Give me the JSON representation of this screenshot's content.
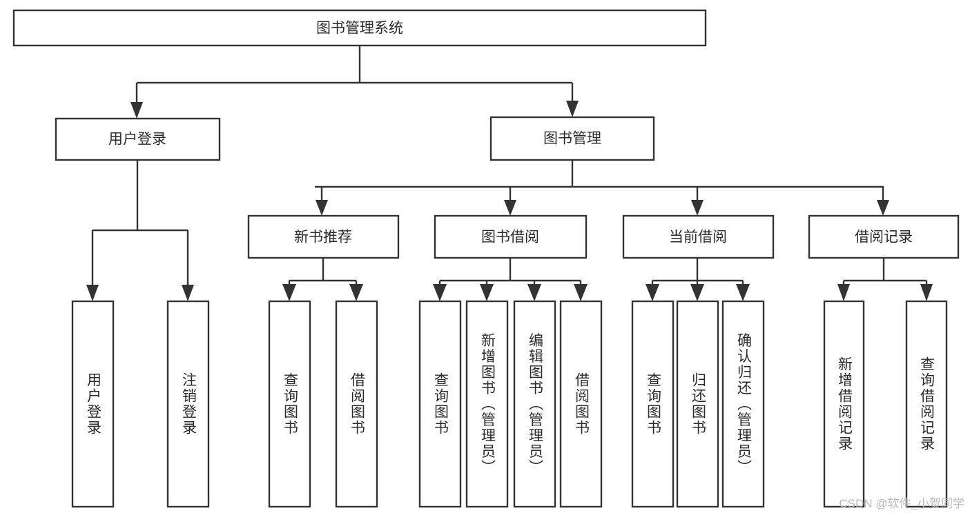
{
  "diagram": {
    "type": "tree-hierarchy-chart",
    "title": "图书管理系统",
    "style": {
      "background": "#ffffff",
      "box_fill": "#ffffff",
      "box_stroke": "#333333",
      "label_color": "#2b2b2b",
      "connector_color": "#333333",
      "watermark_color": "#b9b9b9"
    },
    "nodes": {
      "root": {
        "label": "图书管理系统",
        "level": 0,
        "orientation": "horizontal"
      },
      "user_login": {
        "label": "用户登录",
        "level": 1,
        "orientation": "horizontal"
      },
      "book_manage": {
        "label": "图书管理",
        "level": 1,
        "orientation": "horizontal"
      },
      "new_book_rec": {
        "label": "新书推荐",
        "level": 2,
        "orientation": "horizontal"
      },
      "book_borrow": {
        "label": "图书借阅",
        "level": 2,
        "orientation": "horizontal"
      },
      "current_borrow": {
        "label": "当前借阅",
        "level": 2,
        "orientation": "horizontal"
      },
      "borrow_record": {
        "label": "借阅记录",
        "level": 2,
        "orientation": "horizontal"
      },
      "leaf_user_login": {
        "label": "用户登录",
        "level": 2,
        "orientation": "vertical"
      },
      "leaf_logout": {
        "label": "注销登录",
        "level": 2,
        "orientation": "vertical"
      },
      "leaf_rec_query": {
        "label": "查询图书",
        "level": 3,
        "orientation": "vertical"
      },
      "leaf_rec_borrow": {
        "label": "借阅图书",
        "level": 3,
        "orientation": "vertical"
      },
      "leaf_bb_query": {
        "label": "查询图书",
        "level": 3,
        "orientation": "vertical"
      },
      "leaf_bb_add": {
        "label": "新增图书（管理员）",
        "level": 3,
        "orientation": "vertical"
      },
      "leaf_bb_edit": {
        "label": "编辑图书（管理员）",
        "level": 3,
        "orientation": "vertical"
      },
      "leaf_bb_borrow": {
        "label": "借阅图书",
        "level": 3,
        "orientation": "vertical"
      },
      "leaf_cb_query": {
        "label": "查询图书",
        "level": 3,
        "orientation": "vertical"
      },
      "leaf_cb_return": {
        "label": "归还图书",
        "level": 3,
        "orientation": "vertical"
      },
      "leaf_cb_confirm": {
        "label": "确认归还（管理员）",
        "level": 3,
        "orientation": "vertical"
      },
      "leaf_br_add": {
        "label": "新增借阅记录",
        "level": 3,
        "orientation": "vertical"
      },
      "leaf_br_query": {
        "label": "查询借阅记录",
        "level": 3,
        "orientation": "vertical"
      }
    },
    "edges": [
      {
        "from": "root",
        "to": "user_login"
      },
      {
        "from": "root",
        "to": "book_manage"
      },
      {
        "from": "user_login",
        "to": "leaf_user_login"
      },
      {
        "from": "user_login",
        "to": "leaf_logout"
      },
      {
        "from": "book_manage",
        "to": "new_book_rec"
      },
      {
        "from": "book_manage",
        "to": "book_borrow"
      },
      {
        "from": "book_manage",
        "to": "current_borrow"
      },
      {
        "from": "book_manage",
        "to": "borrow_record"
      },
      {
        "from": "new_book_rec",
        "to": "leaf_rec_query"
      },
      {
        "from": "new_book_rec",
        "to": "leaf_rec_borrow"
      },
      {
        "from": "book_borrow",
        "to": "leaf_bb_query"
      },
      {
        "from": "book_borrow",
        "to": "leaf_bb_add"
      },
      {
        "from": "book_borrow",
        "to": "leaf_bb_edit"
      },
      {
        "from": "book_borrow",
        "to": "leaf_bb_borrow"
      },
      {
        "from": "current_borrow",
        "to": "leaf_cb_query"
      },
      {
        "from": "current_borrow",
        "to": "leaf_cb_return"
      },
      {
        "from": "current_borrow",
        "to": "leaf_cb_confirm"
      },
      {
        "from": "borrow_record",
        "to": "leaf_br_add"
      },
      {
        "from": "borrow_record",
        "to": "leaf_br_query"
      }
    ]
  },
  "watermark": {
    "text": "CSDN @软件_小贺同学"
  }
}
